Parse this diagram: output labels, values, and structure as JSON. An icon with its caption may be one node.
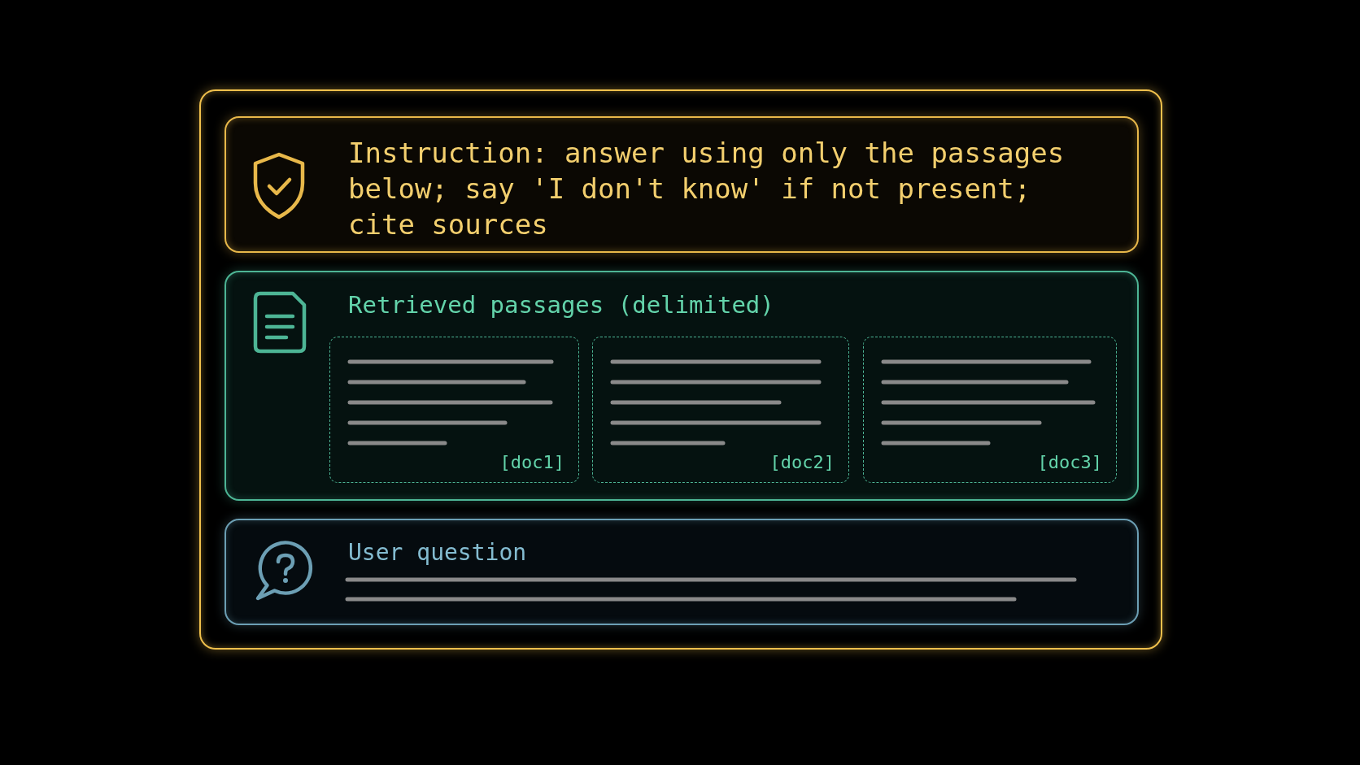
{
  "diagram": {
    "nodes": [
      {
        "text": [],
        "shape": "box"
      },
      {
        "text": [
          "Instruction: answer using only the passages below; say 'I don't know' if not present; cite sources"
        ],
        "in": 0
      },
      {
        "text": [
          "Retrieved passages (delimited)"
        ],
        "in": 0
      },
      {
        "text": [
          "[doc1]"
        ],
        "in": 2
      },
      {
        "text": [
          "[doc2]"
        ],
        "in": 2
      },
      {
        "text": [
          "[doc3]"
        ],
        "in": 2
      },
      {
        "text": [
          "User question"
        ],
        "in": 0
      }
    ]
  }
}
